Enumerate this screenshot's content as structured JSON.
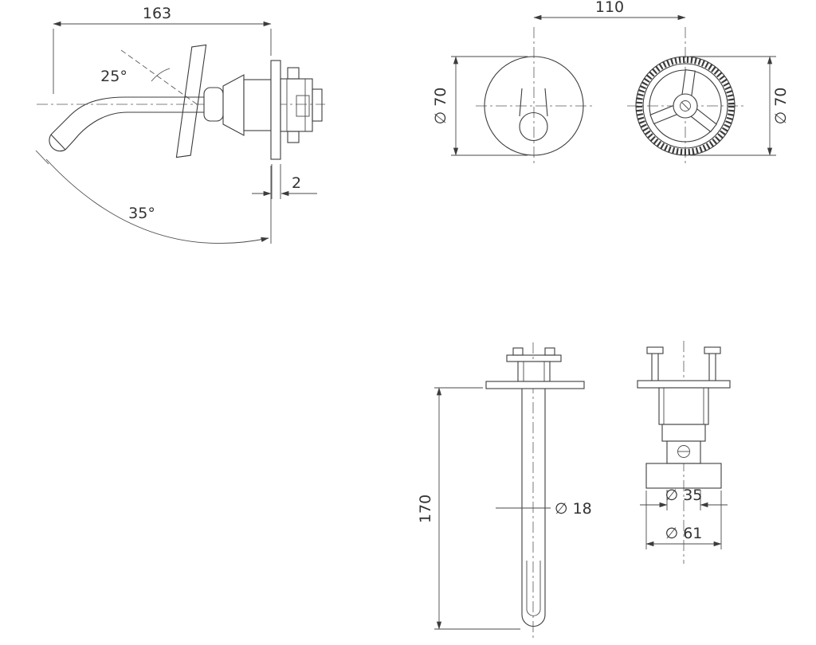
{
  "page": {
    "background": "#ffffff",
    "line_color": "#3c3c3c",
    "text_color": "#333333",
    "kind": "wall-mounted tap technical installation drawing"
  },
  "drawing": {
    "side_view": {
      "spout_length": "163",
      "handle_angle": "25°",
      "wall_plate_thickness": "2",
      "spout_swivel_angle": "35°"
    },
    "front_view": {
      "hole_centres": "110",
      "spout_flange_diameter": "∅ 70",
      "handle_flange_diameter": "∅ 70"
    },
    "spout_view": {
      "tube_length": "170",
      "tube_diameter": "∅ 18"
    },
    "valve_view": {
      "body_diameter": "∅ 35",
      "flange_diameter": "∅ 61"
    }
  }
}
